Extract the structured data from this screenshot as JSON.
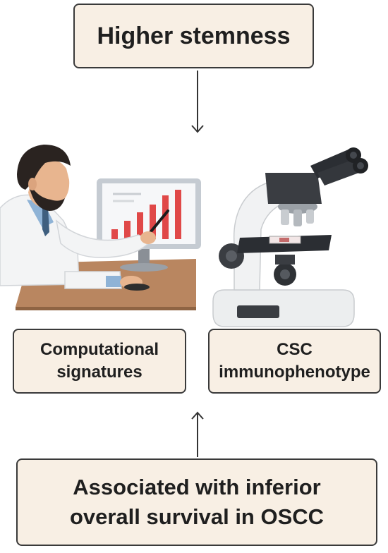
{
  "top": {
    "text": "Higher stemness"
  },
  "left_box": {
    "lines": [
      "Computational",
      "signatures"
    ]
  },
  "right_box": {
    "lines": [
      "CSC",
      "immunophenotype"
    ]
  },
  "bottom": {
    "lines": [
      "Associated with inferior",
      "overall survival in OSCC"
    ]
  },
  "illustrations": {
    "left": "scientist-at-computer-with-bar-chart",
    "right": "laboratory-microscope"
  },
  "colors": {
    "box_fill": "#f8efe4",
    "box_border": "#3a3a3a",
    "chart_bars": "#e04848",
    "desk": "#b98660"
  }
}
